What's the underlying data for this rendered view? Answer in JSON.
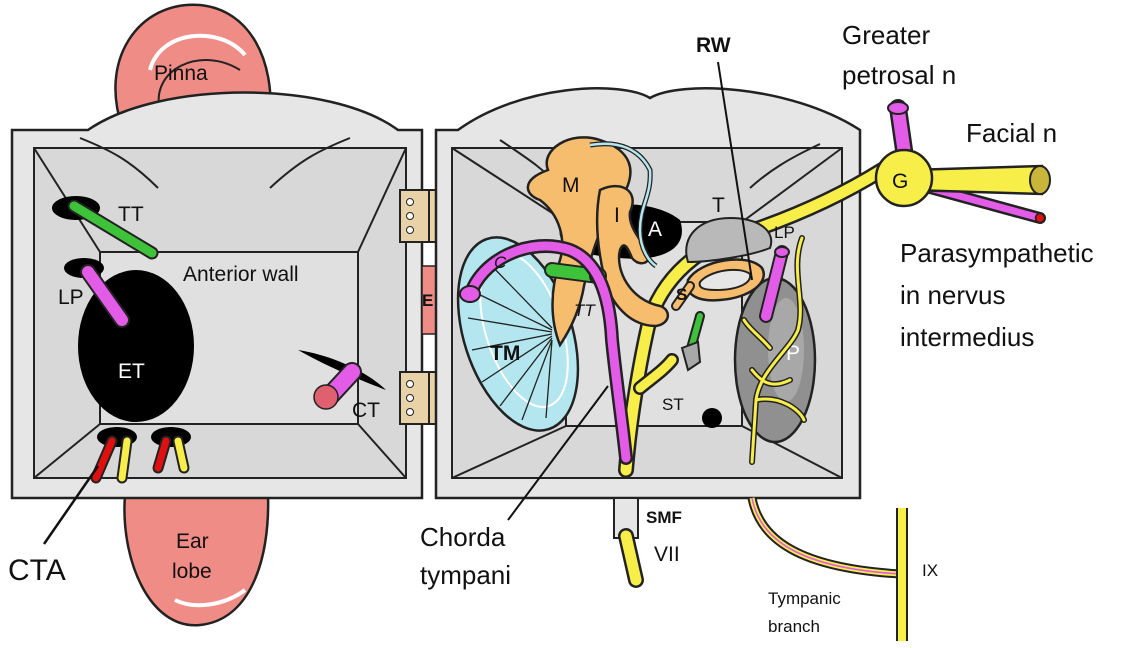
{
  "labels": {
    "pinna": "Pinna",
    "ear_lobe_1": "Ear",
    "ear_lobe_2": "lobe",
    "tt_left": "TT",
    "lp_left": "LP",
    "et": "ET",
    "anterior_wall": "Anterior wall",
    "ct": "CT",
    "cta": "CTA",
    "e": "E",
    "m": "M",
    "i": "I",
    "a": "A",
    "t": "T",
    "lp_right": "LP",
    "c": "C",
    "tt_right": "TT",
    "s": "S",
    "tm": "TM",
    "st": "ST",
    "p": "P",
    "rw": "RW",
    "g": "G",
    "greater_petrosal_1": "Greater",
    "greater_petrosal_2": "petrosal n",
    "facial_n": "Facial n",
    "parasympathetic_1": "Parasympathetic",
    "parasympathetic_2": "in nervus",
    "parasympathetic_3": "intermedius",
    "chorda_1": "Chorda",
    "chorda_2": "tympani",
    "smf": "SMF",
    "vii": "VII",
    "ix": "IX",
    "tympanic_1": "Tympanic",
    "tympanic_2": "branch"
  },
  "colors": {
    "skin": "#f08c86",
    "wall": "#e6e6e6",
    "wall_dark": "#d2d2d2",
    "nerve_yellow": "#f7ee4a",
    "ossicle": "#f6bd6e",
    "muscle_green": "#3dc23a",
    "parasym_magenta": "#e35ce8",
    "tm_blue": "#b3e6ee",
    "artery_red": "#e01010",
    "hinge": "#e8d3a8",
    "promontory": "#909090"
  }
}
